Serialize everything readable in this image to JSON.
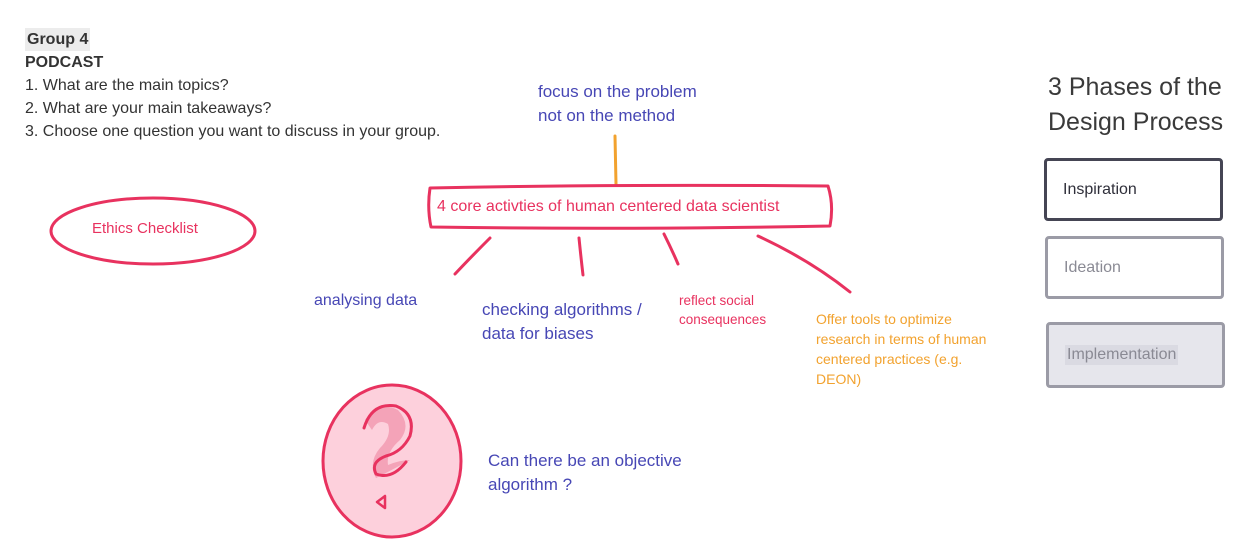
{
  "header": {
    "group": "Group 4",
    "title": "PODCAST",
    "questions": [
      "1. What are the main topics?",
      "2. What are your main takeaways?",
      "3. Choose one question you want to discuss in your group."
    ]
  },
  "notes": {
    "focus_line1": "focus on the problem",
    "focus_line2": "not on the method",
    "core": "4 core activties of human centered data scientist",
    "ethics": "Ethics Checklist",
    "analysing": "analysing data",
    "checking_line1": "checking algorithms /",
    "checking_line2": "data for biases",
    "reflect_line1": "reflect social",
    "reflect_line2": "consequences",
    "offer_lines": [
      "Offer tools to optimize",
      "research in terms of human",
      "centered practices (e.g.",
      "DEON)"
    ],
    "objective_line1": "Can there be an objective",
    "objective_line2": "algorithm ?"
  },
  "phases": {
    "title_line1": "3 Phases of the",
    "title_line2": "Design Process",
    "items": [
      "Inspiration",
      "Ideation",
      "Implementation"
    ]
  },
  "icons": {
    "question": "question-mark-sticker-icon"
  },
  "colors": {
    "blue_text": "#4747b5",
    "pink": "#e8325f",
    "orange": "#f2a22e",
    "phase_active": "#454554",
    "phase_inactive": "#9b9ba6"
  }
}
